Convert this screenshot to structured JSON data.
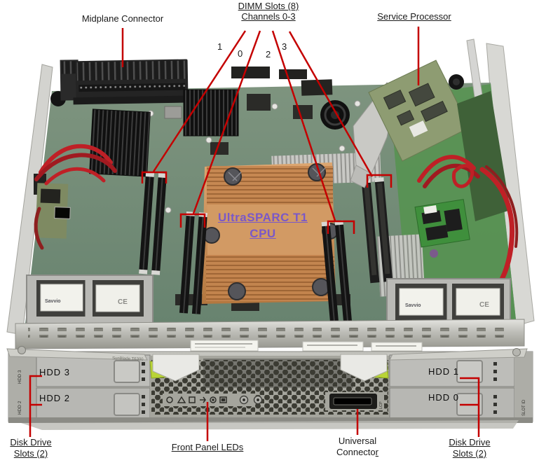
{
  "callouts": {
    "midplane": {
      "label": "Midplane Connector"
    },
    "dimm": {
      "line1": "DIMM Slots (8)",
      "line2": "Channels 0-3",
      "channels": [
        "1",
        "0",
        "2",
        "3"
      ]
    },
    "service_processor": {
      "label": "Service Processor"
    },
    "cpu": {
      "line1": "UltraSPARC T1",
      "line2": "CPU"
    },
    "hdd": {
      "hdd3": "HDD 3",
      "hdd2": "HDD 2",
      "hdd1": "HDD 1",
      "hdd0": "HDD 0"
    },
    "disk_left": {
      "line1": "Disk Drive",
      "line2": "Slots (2)"
    },
    "front_panel": {
      "label": "Front Panel LEDs"
    },
    "universal": {
      "line1": "Universal",
      "line2a": "Connecto",
      "line2b": "r"
    },
    "disk_right": {
      "line1": "Disk Drive",
      "line2": "Slots (2)"
    }
  },
  "hardware_texts": {
    "drive_label": "Savvio",
    "ce_mark": "CE",
    "etched_model": "SunBlade T6300",
    "slot_id": "SLOT ID",
    "lcp": "LCP"
  },
  "colors": {
    "callout_red": "#c40000",
    "label_black": "#1a1a1a",
    "cpu_purple": "#7a58c8",
    "pcb_green": "#74917d",
    "pcb_bright_green": "#4e9a52",
    "copper": "#c4854f",
    "chassis_silver": "#c2c2be",
    "lime_green": "#b9d437"
  }
}
